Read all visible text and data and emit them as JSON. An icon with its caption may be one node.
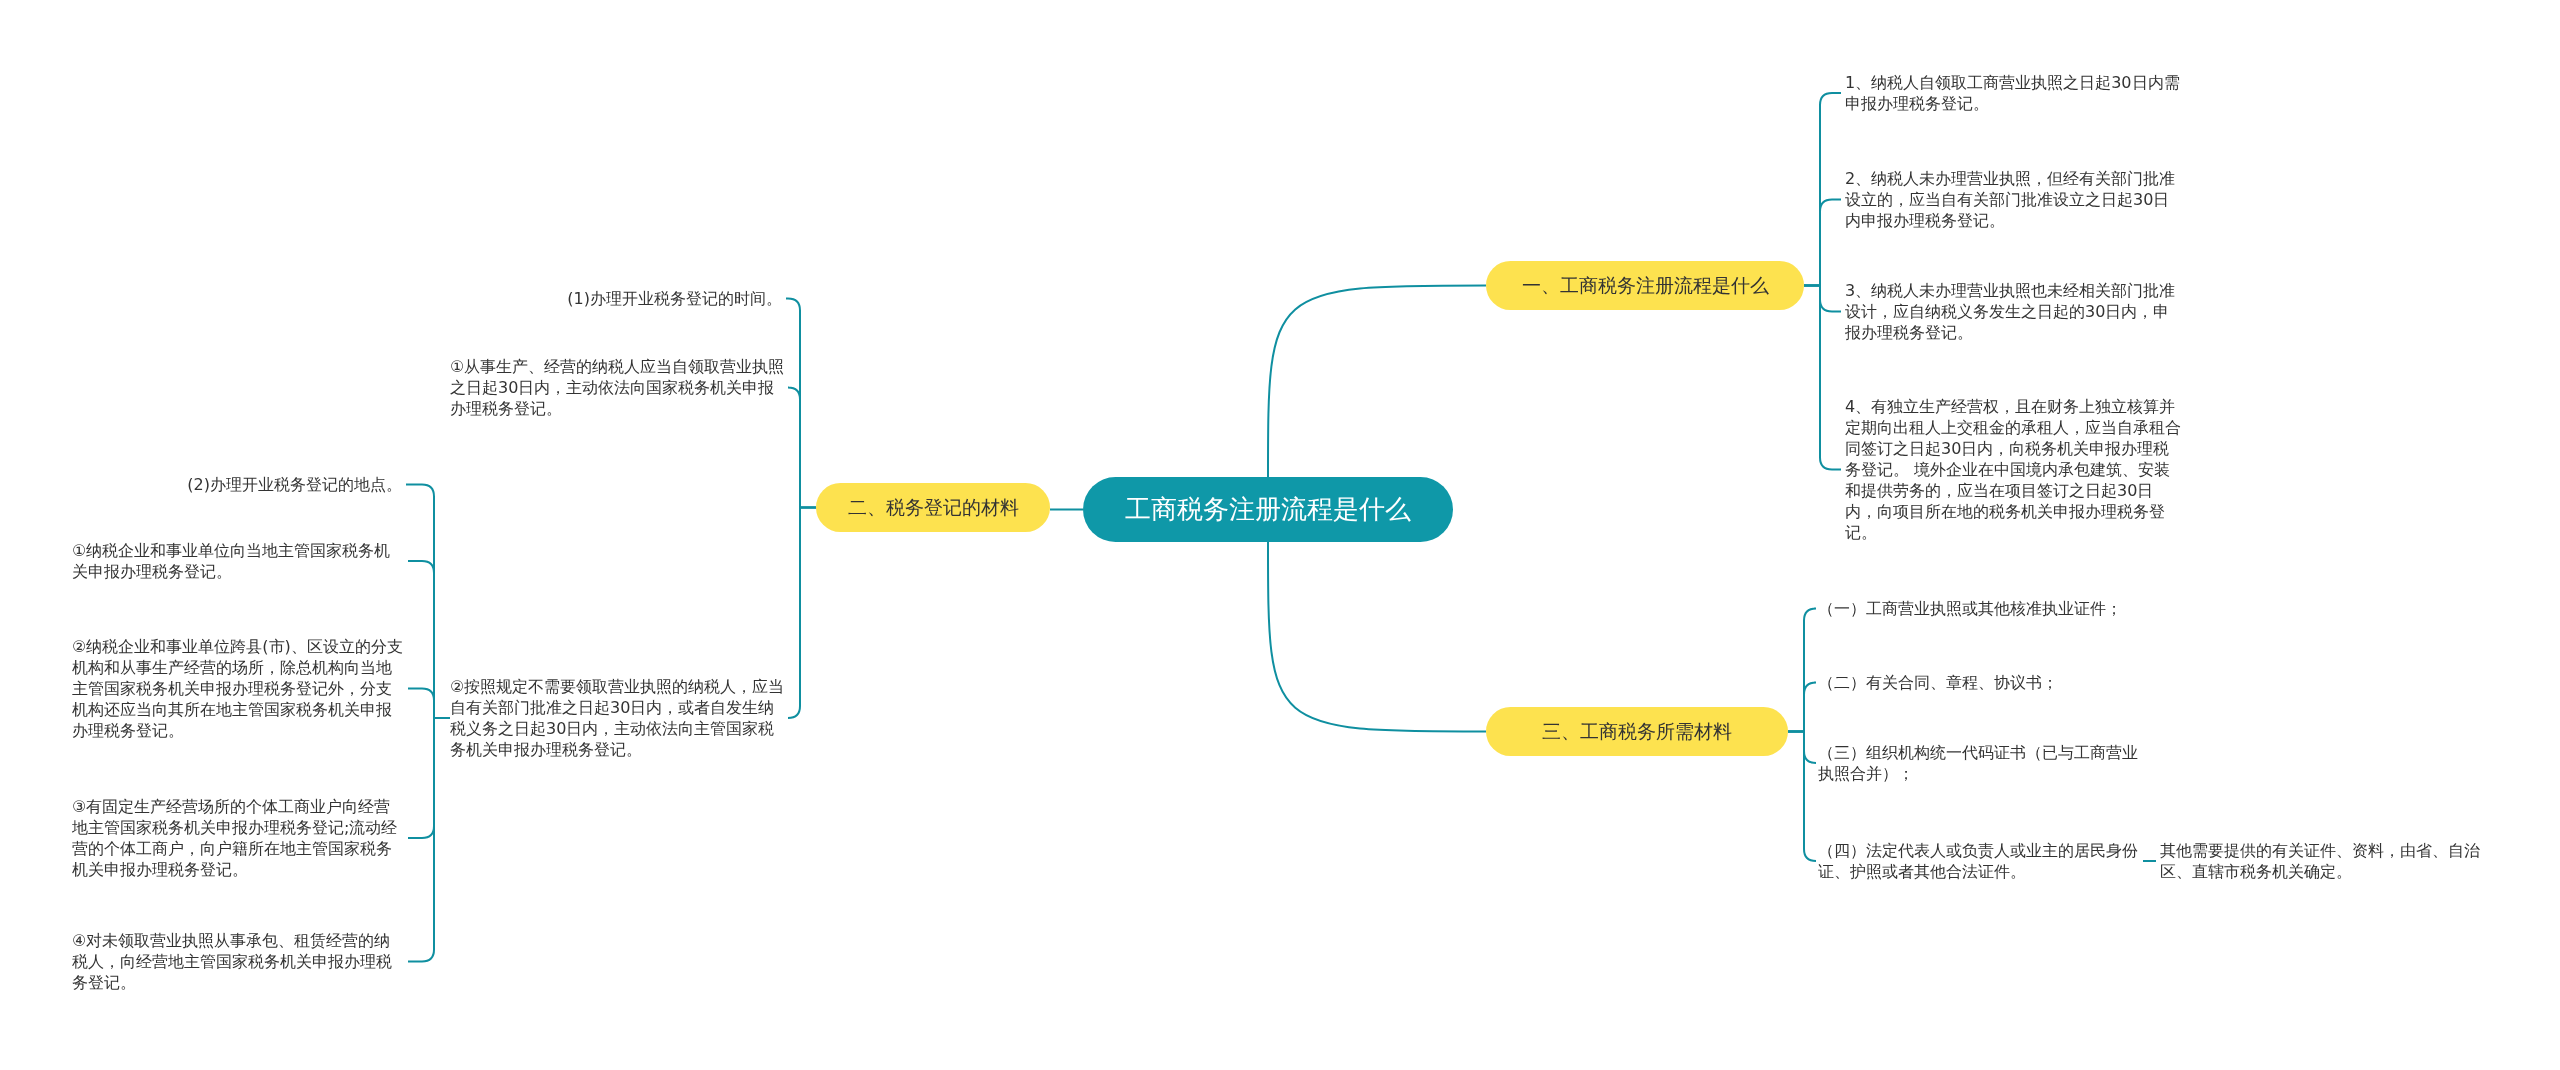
{
  "diagram": {
    "nodes": [
      {
        "text": [
          "工商税务注册流程是什么"
        ]
      },
      {
        "text": [
          "一、工商税务注册流程是什么"
        ]
      },
      {
        "text": [
          "1、纳税人自领取工商营业执照之日起30日内需申报办理税务登记。"
        ]
      },
      {
        "text": [
          "2、纳税人未办理营业执照，但经有关部门批准设立的，应当自有关部门批准设立之日起30日内申报办理税务登记。"
        ]
      },
      {
        "text": [
          "3、纳税人未办理营业执照也未经相关部门批准设计，应自纳税义务发生之日起的30日内，申报办理税务登记。"
        ]
      },
      {
        "text": [
          "4、有独立生产经营权，且在财务上独立核算并定期向出租人上交租金的承租人，应当自承租合同签订之日起30日内，向税务机关申报办理税务登记。 境外企业在中国境内承包建筑、安装和提供劳务的，应当在项目签订之日起30日内，向项目所在地的税务机关申报办理税务登记。"
        ]
      },
      {
        "text": [
          "二、税务登记的材料"
        ]
      },
      {
        "text": [
          "(1)办理开业税务登记的时间。"
        ]
      },
      {
        "text": [
          "①从事生产、经营的纳税人应当自领取营业执照之日起30日内，主动依法向国家税务机关申报办理税务登记。"
        ]
      },
      {
        "text": [
          "②按照规定不需要领取营业执照的纳税人，应当自有关部门批准之日起30日内，或者自发生纳税义务之日起30日内，主动依法向主管国家税务机关申报办理税务登记。"
        ]
      },
      {
        "text": [
          "(2)办理开业税务登记的地点。"
        ]
      },
      {
        "text": [
          "①纳税企业和事业单位向当地主管国家税务机关申报办理税务登记。"
        ]
      },
      {
        "text": [
          "②纳税企业和事业单位跨县(市)、区设立的分支机构和从事生产经营的场所，除总机构向当地主管国家税务机关申报办理税务登记外，分支机构还应当向其所在地主管国家税务机关申报办理税务登记。"
        ]
      },
      {
        "text": [
          "③有固定生产经营场所的个体工商业户向经营地主管国家税务机关申报办理税务登记;流动经营的个体工商户，向户籍所在地主管国家税务机关申报办理税务登记。"
        ]
      },
      {
        "text": [
          "④对未领取营业执照从事承包、租赁经营的纳税人，向经营地主管国家税务机关申报办理税务登记。"
        ]
      },
      {
        "text": [
          "三、工商税务所需材料"
        ]
      },
      {
        "text": [
          "（一）工商营业执照或其他核准执业证件；"
        ]
      },
      {
        "text": [
          "（二）有关合同、章程、协议书；"
        ]
      },
      {
        "text": [
          "（三）组织机构统一代码证书（已与工商营业执照合并）；"
        ]
      },
      {
        "text": [
          "（四）法定代表人或负责人或业主的居民身份证、护照或者其他合法证件。"
        ]
      },
      {
        "text": [
          "其他需要提供的有关证件、资料，由省、自治区、直辖市税务机关确定。"
        ]
      }
    ],
    "edges": [
      {
        "from": 0,
        "to": 1,
        "arrow": "none"
      },
      {
        "from": 1,
        "to": 2,
        "arrow": "none"
      },
      {
        "from": 1,
        "to": 3,
        "arrow": "none"
      },
      {
        "from": 1,
        "to": 4,
        "arrow": "none"
      },
      {
        "from": 1,
        "to": 5,
        "arrow": "none"
      },
      {
        "from": 0,
        "to": 6,
        "arrow": "none"
      },
      {
        "from": 6,
        "to": 7,
        "arrow": "none"
      },
      {
        "from": 6,
        "to": 8,
        "arrow": "none"
      },
      {
        "from": 6,
        "to": 9,
        "arrow": "none"
      },
      {
        "from": 9,
        "to": 10,
        "arrow": "none"
      },
      {
        "from": 9,
        "to": 11,
        "arrow": "none"
      },
      {
        "from": 9,
        "to": 12,
        "arrow": "none"
      },
      {
        "from": 9,
        "to": 13,
        "arrow": "none"
      },
      {
        "from": 9,
        "to": 14,
        "arrow": "none"
      },
      {
        "from": 0,
        "to": 15,
        "arrow": "none"
      },
      {
        "from": 15,
        "to": 16,
        "arrow": "none"
      },
      {
        "from": 15,
        "to": 17,
        "arrow": "none"
      },
      {
        "from": 15,
        "to": 18,
        "arrow": "none"
      },
      {
        "from": 15,
        "to": 19,
        "arrow": "none"
      },
      {
        "from": 19,
        "to": 20,
        "arrow": "none"
      }
    ]
  }
}
